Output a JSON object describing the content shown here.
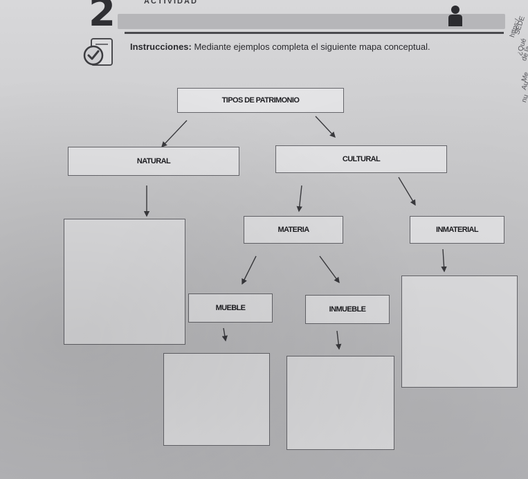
{
  "activity": {
    "number": "2",
    "word": "ACTIVIDAD"
  },
  "instructions": {
    "label": "Instrucciones:",
    "text": " Mediante ejemplos completa el siguiente mapa conceptual."
  },
  "side_fragments": [
    "SEDE",
    "https:/",
    "¿Qué",
    "de la",
    "Me",
    "Au",
    "nu"
  ],
  "concept_map": {
    "root": "TIPOS DE PATRIMONIO",
    "natural": "NATURAL",
    "cultural": "CULTURAL",
    "materia": "MATERIA",
    "inmaterial": "INMATERIAL",
    "mueble": "MUEBLE",
    "inmueble": "INMUEBLE"
  },
  "colors": {
    "paper": "#d4d4d6",
    "box_fill": "#e4e4e6",
    "line": "#3a3a3e"
  },
  "icons": [
    "person-icon",
    "checkmark-folder-icon"
  ]
}
